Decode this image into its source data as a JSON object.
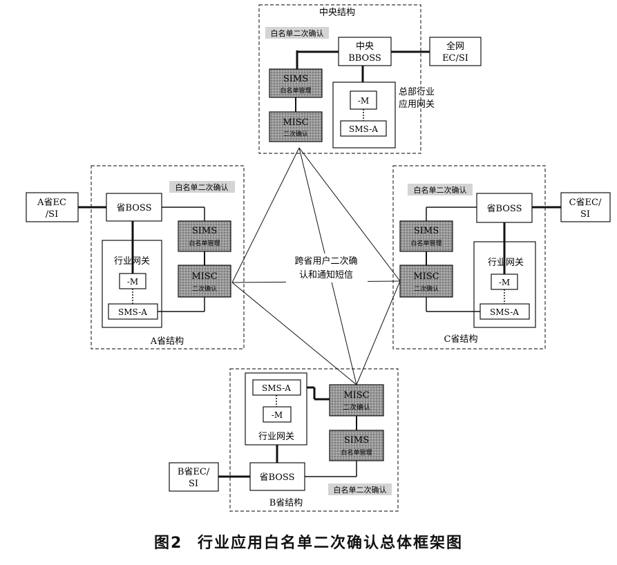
{
  "colors": {
    "line": "#111111",
    "dash": "#333333",
    "hatch_bg": "#9a9a9a",
    "tag_bg": "#d4d4d4"
  },
  "central": {
    "title": "中央结构",
    "tag": "白名单二次确认",
    "bboss": [
      "中央",
      "BBOSS"
    ],
    "sims": [
      "SIMS",
      "白名单管理"
    ],
    "misc": [
      "MISC",
      "二次确认"
    ],
    "m": "-M",
    "smsa": "SMS-A",
    "gateway": [
      "总部行业",
      "应用网关"
    ],
    "ec": [
      "全网",
      "EC/SI"
    ]
  },
  "prov_a": {
    "title": "A省结构",
    "tag": "白名单二次确认",
    "boss": "省BOSS",
    "sims": [
      "SIMS",
      "白名单管理"
    ],
    "misc": [
      "MISC",
      "二次确认"
    ],
    "gateway": "行业网关",
    "m": "-M",
    "smsa": "SMS-A",
    "ec": [
      "A省EC",
      "/SI"
    ]
  },
  "prov_b": {
    "title": "B省结构",
    "tag": "白名单二次确认",
    "boss": "省BOSS",
    "sims": [
      "SIMS",
      "白名单管理"
    ],
    "misc": [
      "MISC",
      "二次确认"
    ],
    "gateway": "行业网关",
    "m": "-M",
    "smsa": "SMS-A",
    "ec": [
      "B省EC/",
      "SI"
    ]
  },
  "prov_c": {
    "title": "C省结构",
    "tag": "白名单二次确认",
    "boss": "省BOSS",
    "sims": [
      "SIMS",
      "白名单管理"
    ],
    "misc": [
      "MISC",
      "二次确认"
    ],
    "gateway": "行业网关",
    "m": "-M",
    "smsa": "SMS-A",
    "ec": [
      "C省EC/",
      "SI"
    ]
  },
  "center_label": [
    "跨省用户二次确",
    "认和通知短信"
  ],
  "caption": {
    "number": "图2",
    "text": "行业应用白名单二次确认总体框架图"
  }
}
